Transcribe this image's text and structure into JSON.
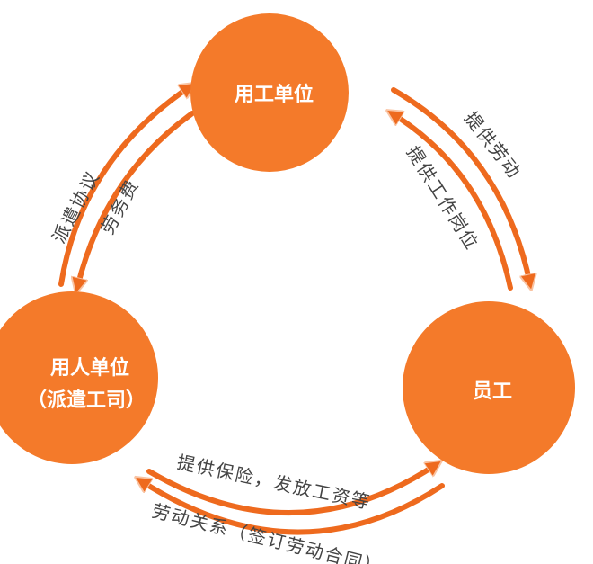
{
  "nodes": {
    "employer": {
      "label": "用工单位"
    },
    "dispatcher": {
      "line1": "用人单位",
      "line2": "（派遣工司）"
    },
    "employee": {
      "label": "员工"
    }
  },
  "edges": {
    "dispatch_agreement": "派遣协议",
    "service_fee": "劳务费",
    "provide_labor": "提供劳动",
    "provide_job": "提供工作岗位",
    "insurance_wages": "提供保险，发放工资等",
    "labor_relation": "劳动关系（签订劳动合同）"
  },
  "colors": {
    "node_fill": "#F47A2A",
    "arrow": "#EE6A1E",
    "arrow_outline": "#F9C3A2"
  }
}
